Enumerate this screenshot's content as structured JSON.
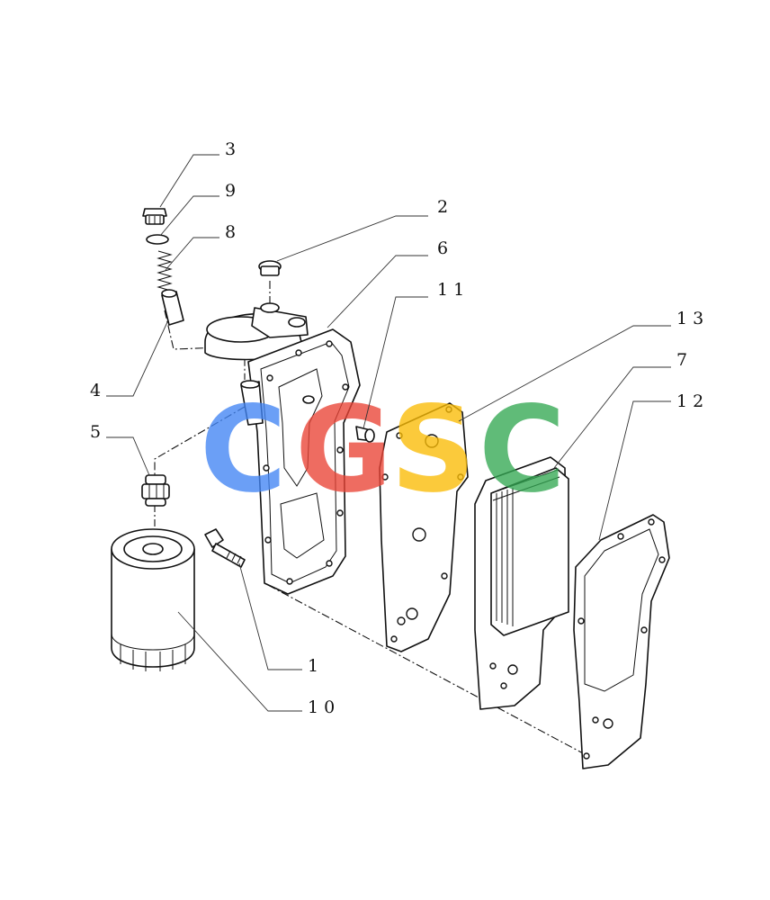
{
  "callouts": [
    {
      "id": "c3",
      "text": "3"
    },
    {
      "id": "c9",
      "text": "9"
    },
    {
      "id": "c8",
      "text": "8"
    },
    {
      "id": "c2",
      "text": "2"
    },
    {
      "id": "c6",
      "text": "6"
    },
    {
      "id": "c11",
      "text": "1 1"
    },
    {
      "id": "c13",
      "text": "1 3"
    },
    {
      "id": "c7",
      "text": "7"
    },
    {
      "id": "c12",
      "text": "1 2"
    },
    {
      "id": "c4",
      "text": "4"
    },
    {
      "id": "c5",
      "text": "5"
    },
    {
      "id": "c1",
      "text": "1"
    },
    {
      "id": "c10",
      "text": "1 0"
    }
  ],
  "watermark": {
    "letters": [
      "C",
      "G",
      "S",
      "C"
    ],
    "colors": [
      "#4285F4",
      "#EA4335",
      "#FBBC05",
      "#34A853"
    ]
  },
  "colors": {
    "line": "#111111",
    "background": "#ffffff"
  }
}
